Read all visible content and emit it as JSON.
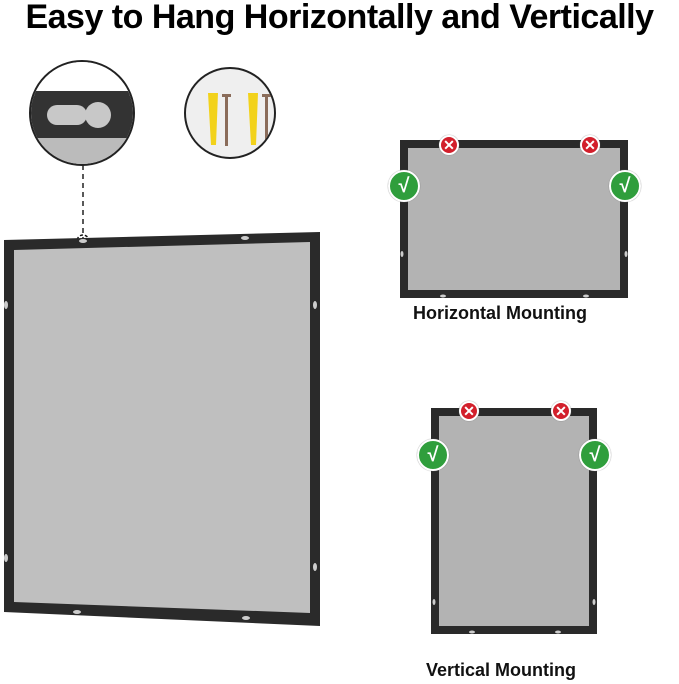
{
  "title": "Easy to Hang Horizontally and Vertically",
  "labels": {
    "horizontal": "Horizontal Mounting",
    "vertical": "Vertical Mounting"
  },
  "icons": {
    "check": "√",
    "cross": "✕"
  },
  "colors": {
    "frame": "#2a2a2a",
    "mat": "#bdbdbd",
    "check_green": "#2f9e3c",
    "cross_red": "#d21f2b",
    "anchor_yellow": "#f2d21b"
  }
}
